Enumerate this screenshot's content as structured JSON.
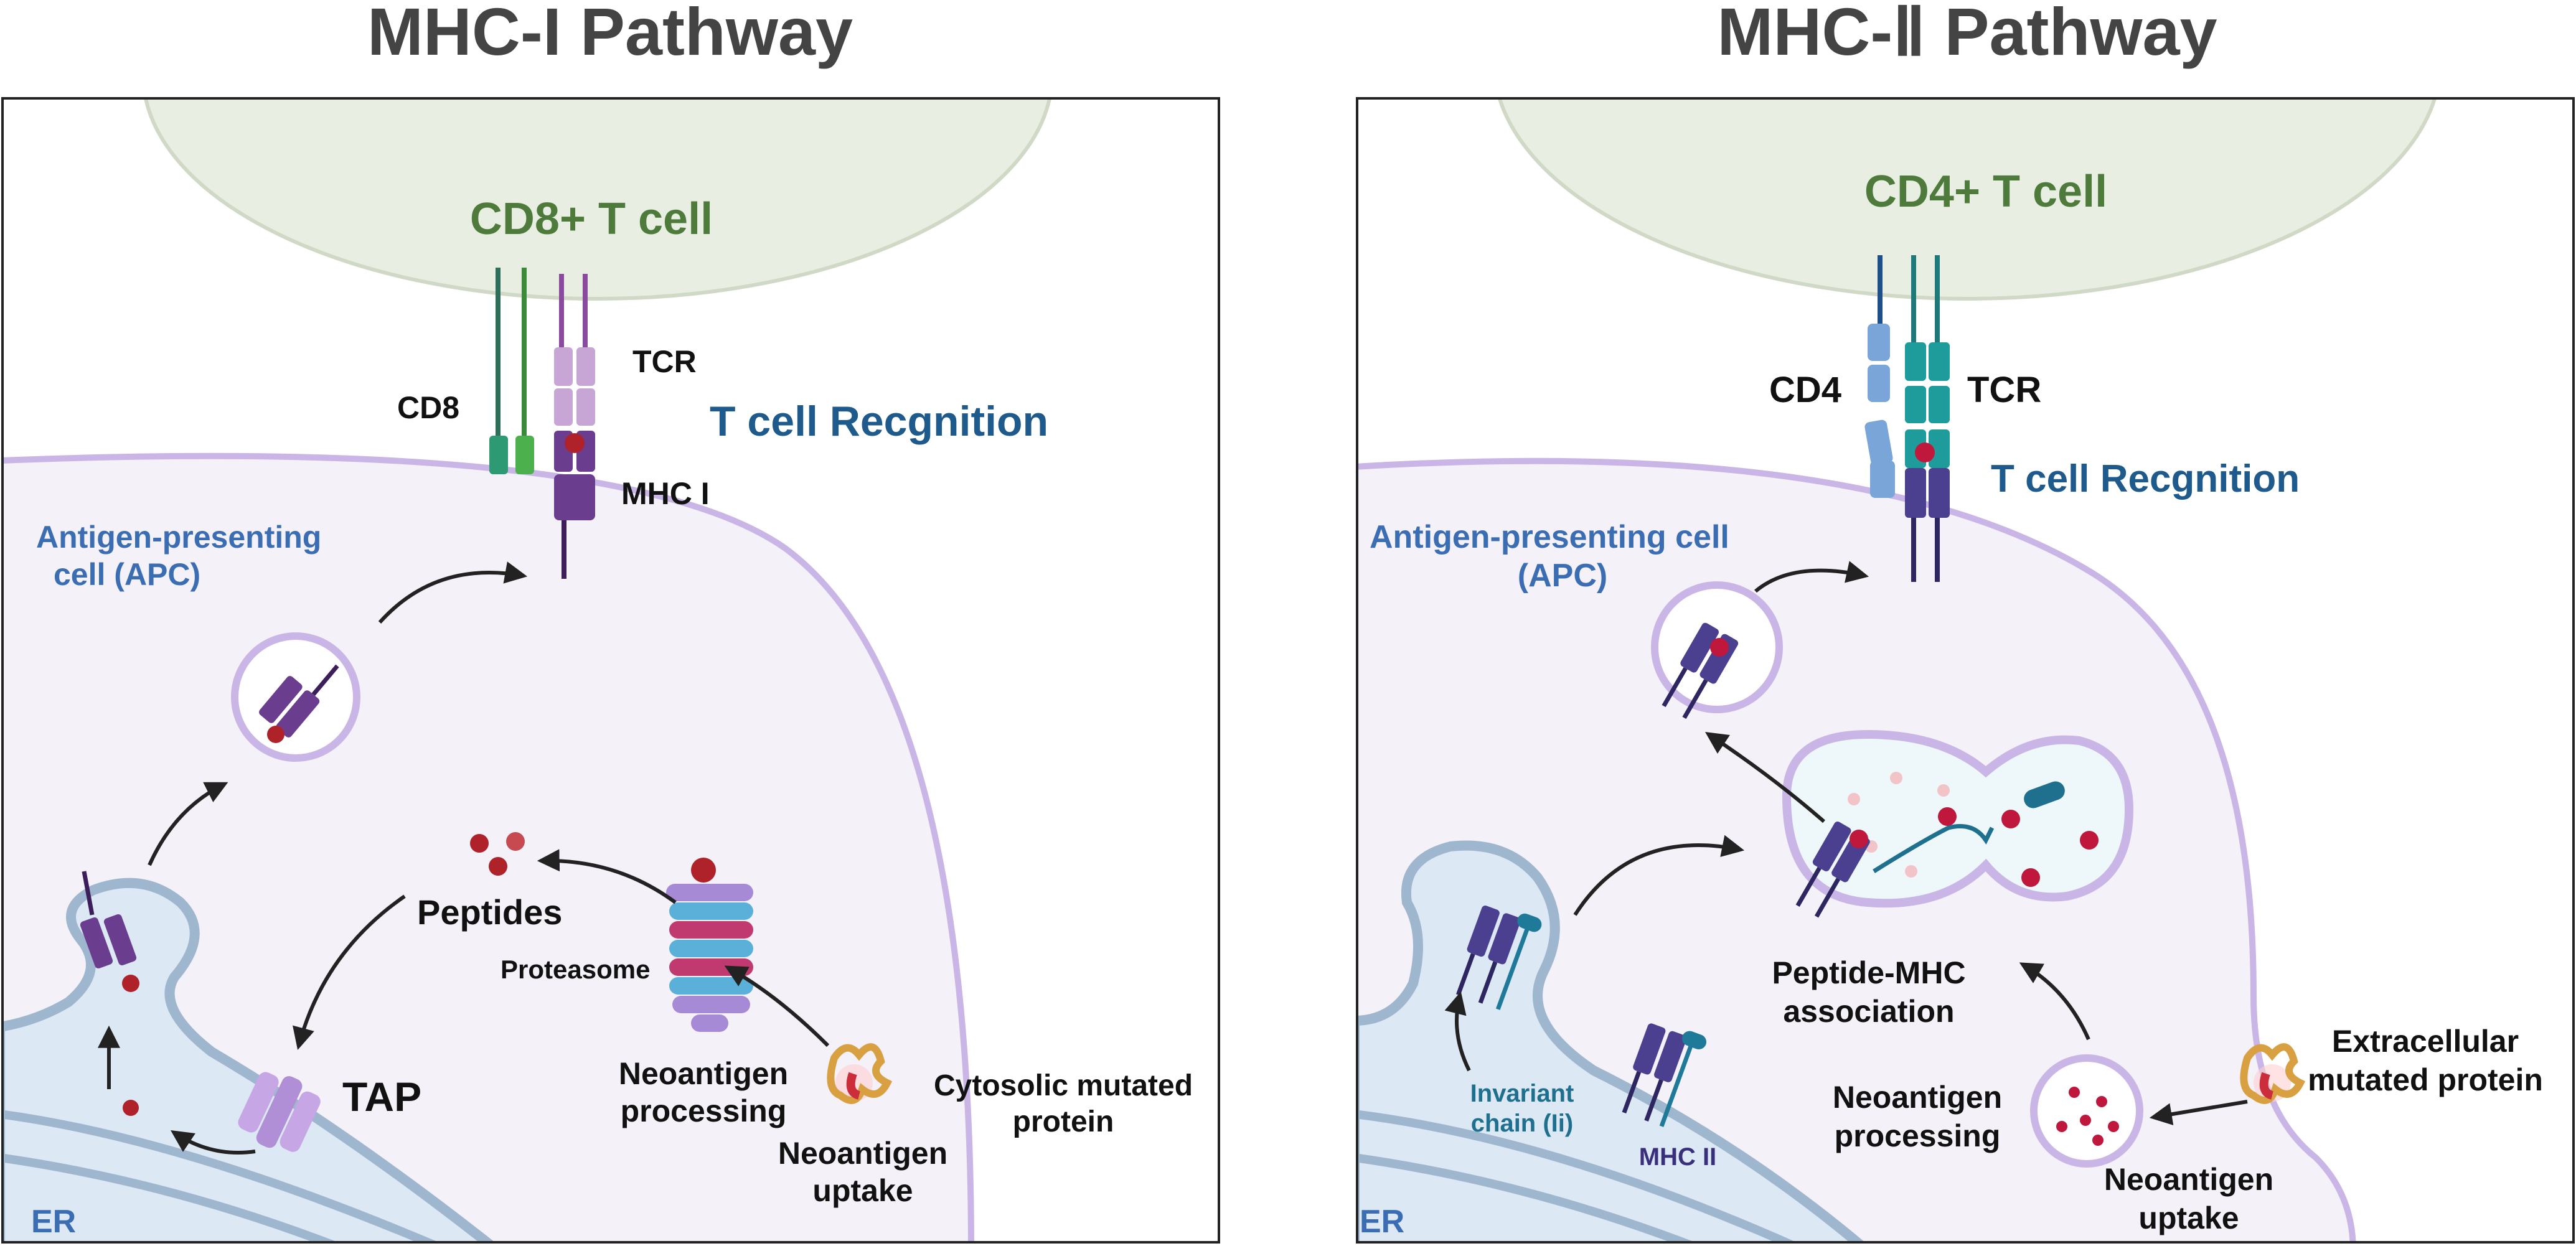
{
  "left_panel": {
    "title": "MHC-I  Pathway",
    "t_cell": "CD8+ T cell",
    "tcr": "TCR",
    "coreceptor": "CD8",
    "mhc": "MHC I",
    "recognition": "T cell Recgnition",
    "apc_line1": "Antigen-presenting",
    "apc_line2": "cell (APC)",
    "peptides": "Peptides",
    "proteasome": "Proteasome",
    "tap": "TAP",
    "processing_line1": "Neoantigen",
    "processing_line2": "processing",
    "uptake_line1": "Neoantigen",
    "uptake_line2": "uptake",
    "protein_line1": "Cytosolic mutated",
    "protein_line2": "protein",
    "er": "ER"
  },
  "right_panel": {
    "title": "MHC-Ⅱ Pathway",
    "t_cell": "CD4+ T cell",
    "coreceptor": "CD4",
    "tcr": "TCR",
    "recognition": "T cell Recgnition",
    "apc_line1": "Antigen-presenting cell",
    "apc_line2": "(APC)",
    "association_line1": "Peptide-MHC",
    "association_line2": "association",
    "invariant_line1": "Invariant",
    "invariant_line2": "chain (Ii)",
    "mhc": "MHC II",
    "processing_line1": "Neoantigen",
    "processing_line2": "processing",
    "uptake_line1": "Neoantigen",
    "uptake_line2": "uptake",
    "protein_line1": "Extracellular",
    "protein_line2": "mutated protein",
    "er": "ER"
  },
  "colors": {
    "title": "#444444",
    "tcell_fill": "#e8eee2",
    "apc_fill": "#f4f1f9",
    "apc_border": "#c9b6e6",
    "er_fill": "#dce8f4",
    "er_border": "#9fb6cf",
    "mhc1_purple": "#6a3d8f",
    "tcr_light": "#c7a6d6",
    "cd8_green": "#2e9a74",
    "cd4_blue": "#7aa5d8",
    "tcr_teal": "#1e9c9c",
    "mhc2_indigo": "#4b3f8f",
    "peptide_red": "#b0222a",
    "label_blue": "#3b6db3",
    "recognition_blue": "#1f5a8c",
    "tcell_green": "#4e7a3c"
  }
}
